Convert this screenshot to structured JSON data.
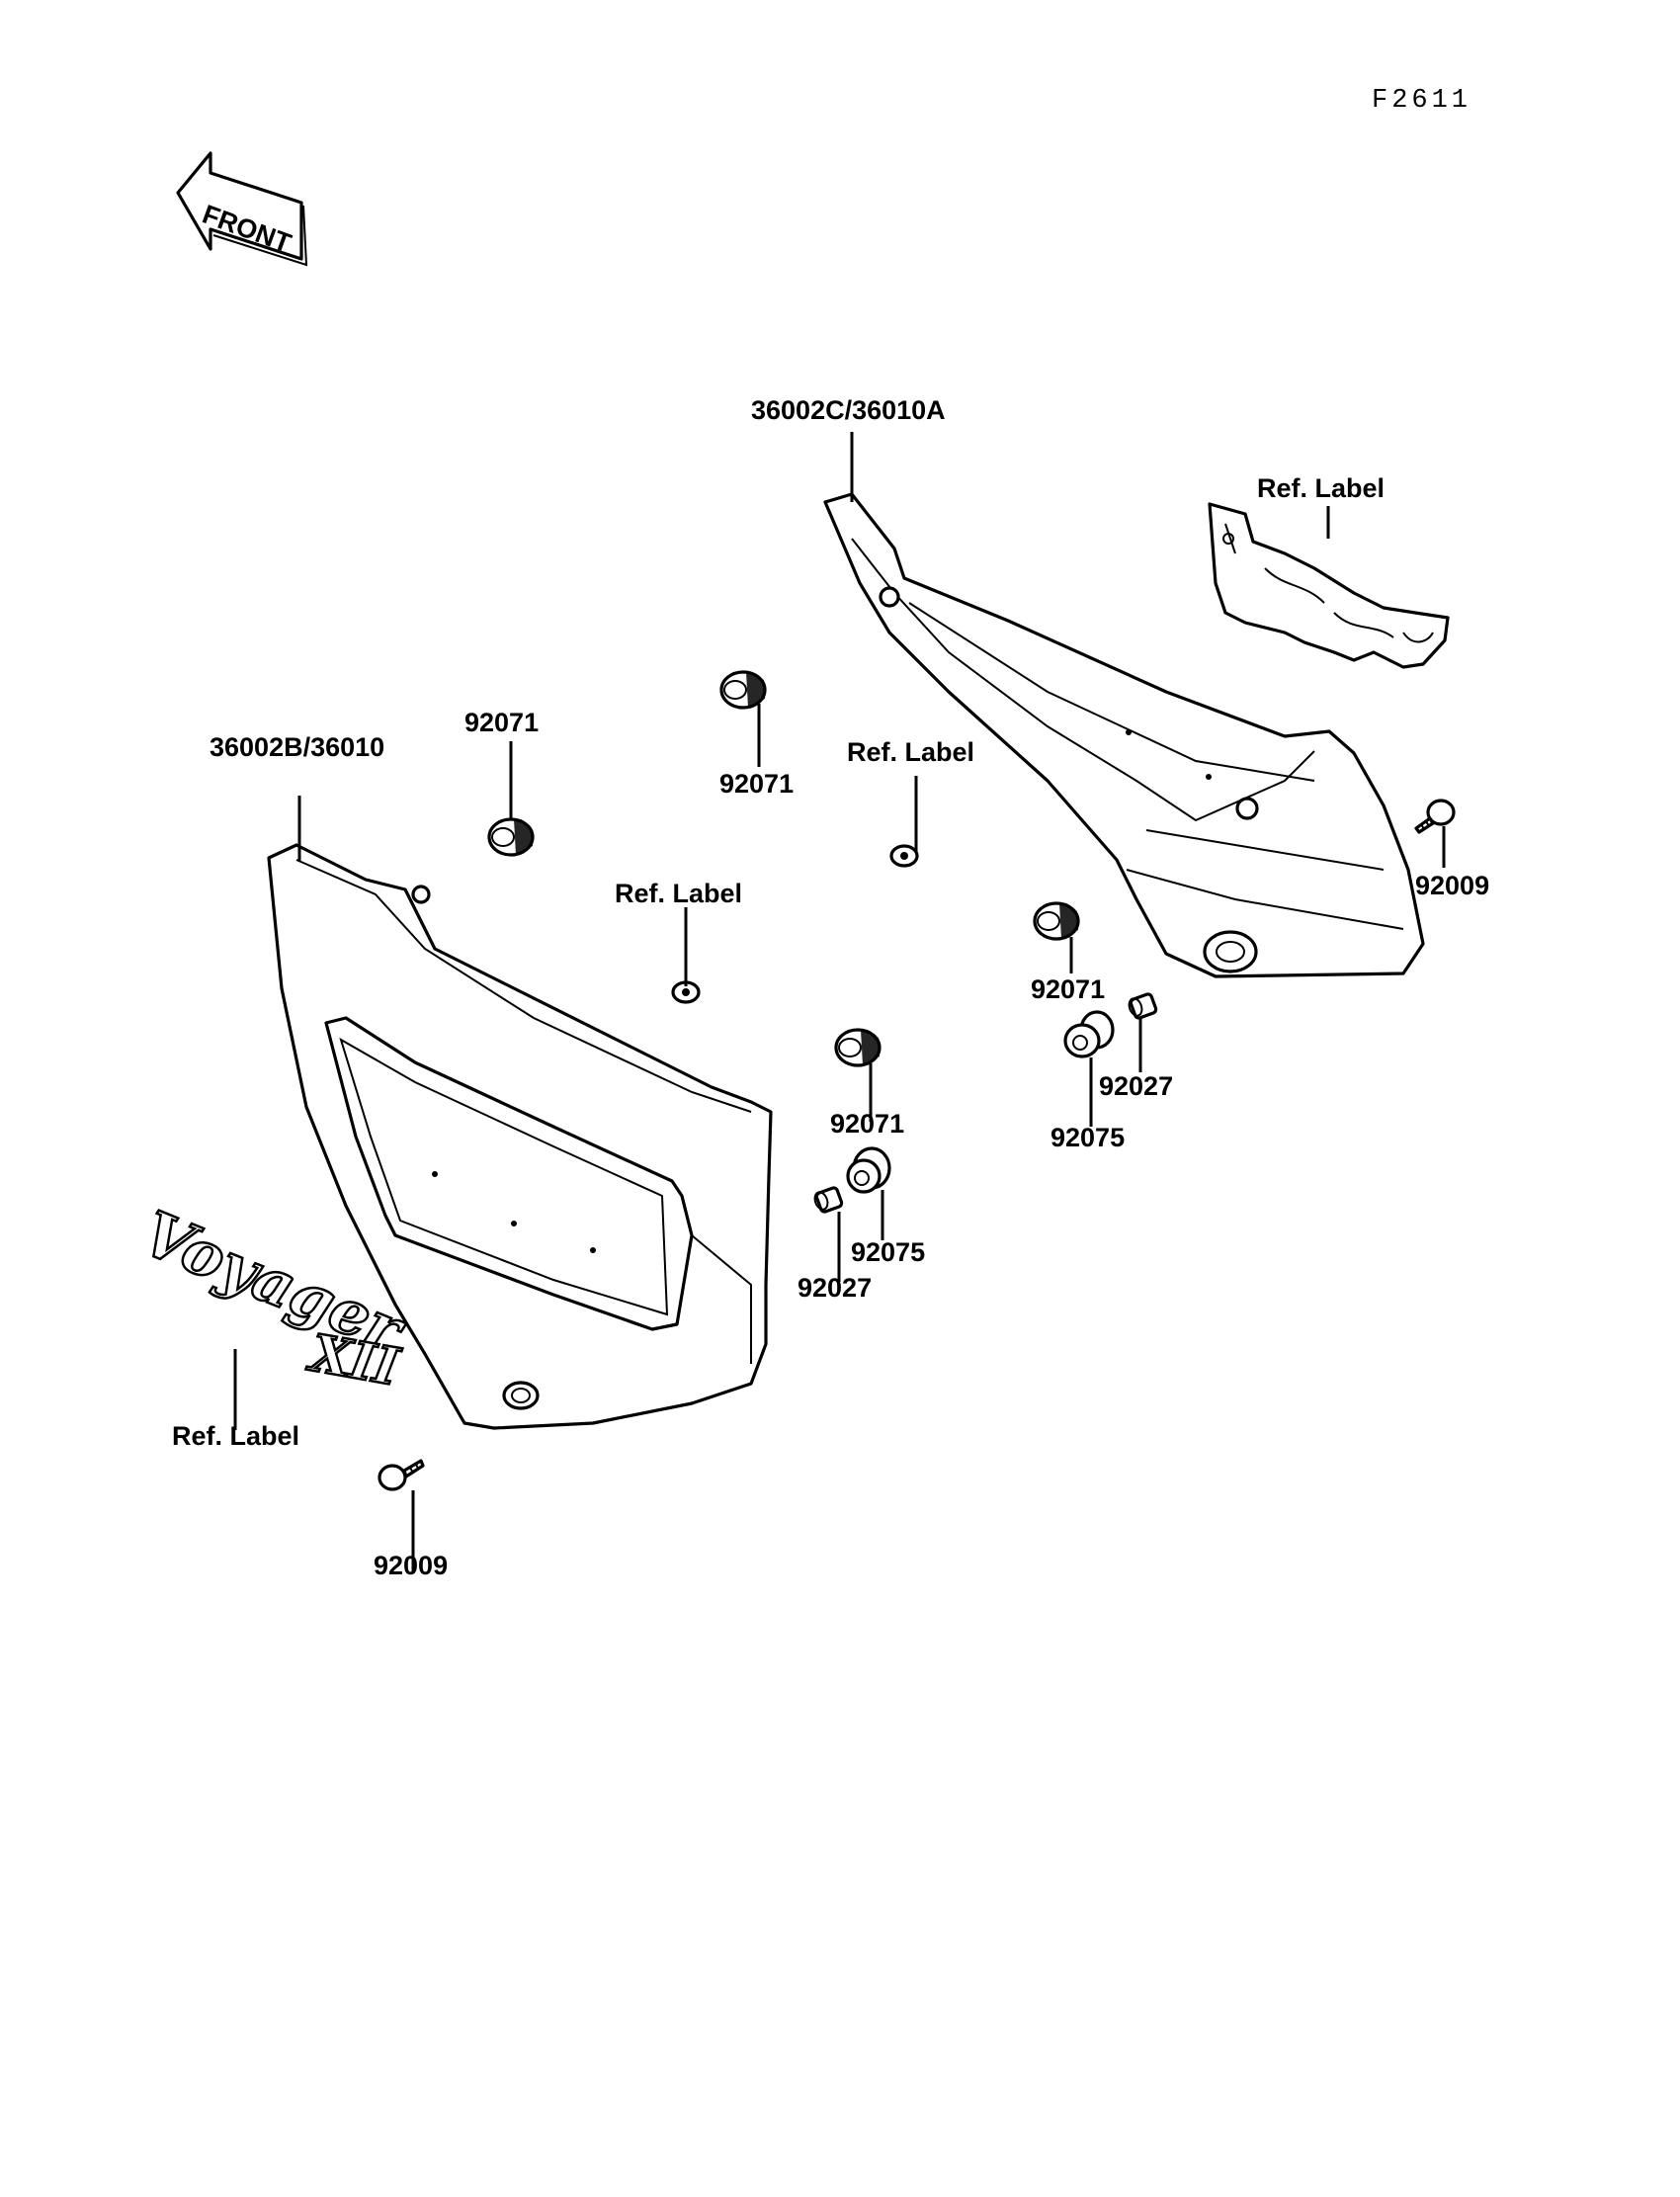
{
  "figure_code": "F2611",
  "front_arrow": {
    "text": "FRONT",
    "icon": "front-direction-arrow-icon"
  },
  "emblem_text": {
    "word": "Voyager",
    "numeral": "XII"
  },
  "callouts": {
    "cover_right_part": "36002C/36010A",
    "cover_left_part": "36002B/36010",
    "ref_label_top_right": "Ref. Label",
    "ref_label_center_right": "Ref. Label",
    "ref_label_center": "Ref. Label",
    "ref_label_bottom_left": "Ref. Label",
    "grommet_top_left": "92071",
    "grommet_top_center": "92071",
    "grommet_right": "92071",
    "grommet_center": "92071",
    "bolt_right": "92009",
    "bolt_bottom_left": "92009",
    "collar_right": "92027",
    "collar_left": "92027",
    "damper_right": "92075",
    "damper_left": "92075"
  }
}
